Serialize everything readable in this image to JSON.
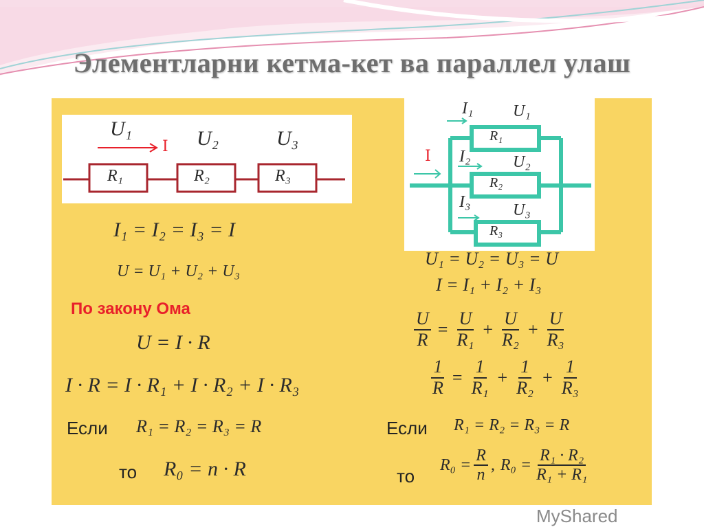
{
  "slide": {
    "title": "Элементларни кетма-кет ва параллел улаш"
  },
  "series": {
    "diagram": {
      "u1": "U₁",
      "u2": "U₂",
      "u3": "U₃",
      "current": "I",
      "r1": "R₁",
      "r2": "R₂",
      "r3": "R₃"
    },
    "eq1": "I₁ = I₂ = I₃ = I",
    "eq2": "U = U₁ + U₂ + U₃",
    "ohm_heading": "По закону Ома",
    "eq3": "U = I · R",
    "eq4": "I · R = I · R₁ + I · R₂ + I · R₃",
    "if_label": "Если",
    "eq5": "R₁ = R₂ = R₃ = R",
    "then_label": "то",
    "eq6": "R₀ = n · R"
  },
  "parallel": {
    "diagram": {
      "i1": "I₁",
      "i2": "I₂",
      "i3": "I₃",
      "current": "I",
      "u1": "U₁",
      "u2": "U₂",
      "u3": "U₃",
      "r1": "R₁",
      "r2": "R₂",
      "r3": "R₃"
    },
    "eq1": "U₁ = U₂ = U₃ = U",
    "eq2": "I = I₁ + I₂ + I₃",
    "eq3": {
      "lhs": {
        "n": "U",
        "d": "R"
      },
      "terms": [
        {
          "n": "U",
          "d": "R₁"
        },
        {
          "n": "U",
          "d": "R₂"
        },
        {
          "n": "U",
          "d": "R₃"
        }
      ]
    },
    "eq4": {
      "lhs": {
        "n": "1",
        "d": "R"
      },
      "terms": [
        {
          "n": "1",
          "d": "R₁"
        },
        {
          "n": "1",
          "d": "R₂"
        },
        {
          "n": "1",
          "d": "R₃"
        }
      ]
    },
    "if_label": "Если",
    "eq5": "R₁ = R₂ = R₃ = R",
    "then_label": "то",
    "eq6": {
      "r0": "R₀ =",
      "f1": {
        "n": "R",
        "d": "n"
      },
      "sep": ",",
      "r0b": "R₀ =",
      "f2": {
        "n": "R₁ · R₂",
        "d": "R₁ + R₁"
      }
    }
  },
  "watermark": "MyShared",
  "colors": {
    "panel": "#f9d562",
    "circuit_series": "#a8262e",
    "circuit_parallel": "#3cc6a8",
    "accent_red": "#e8202a"
  }
}
